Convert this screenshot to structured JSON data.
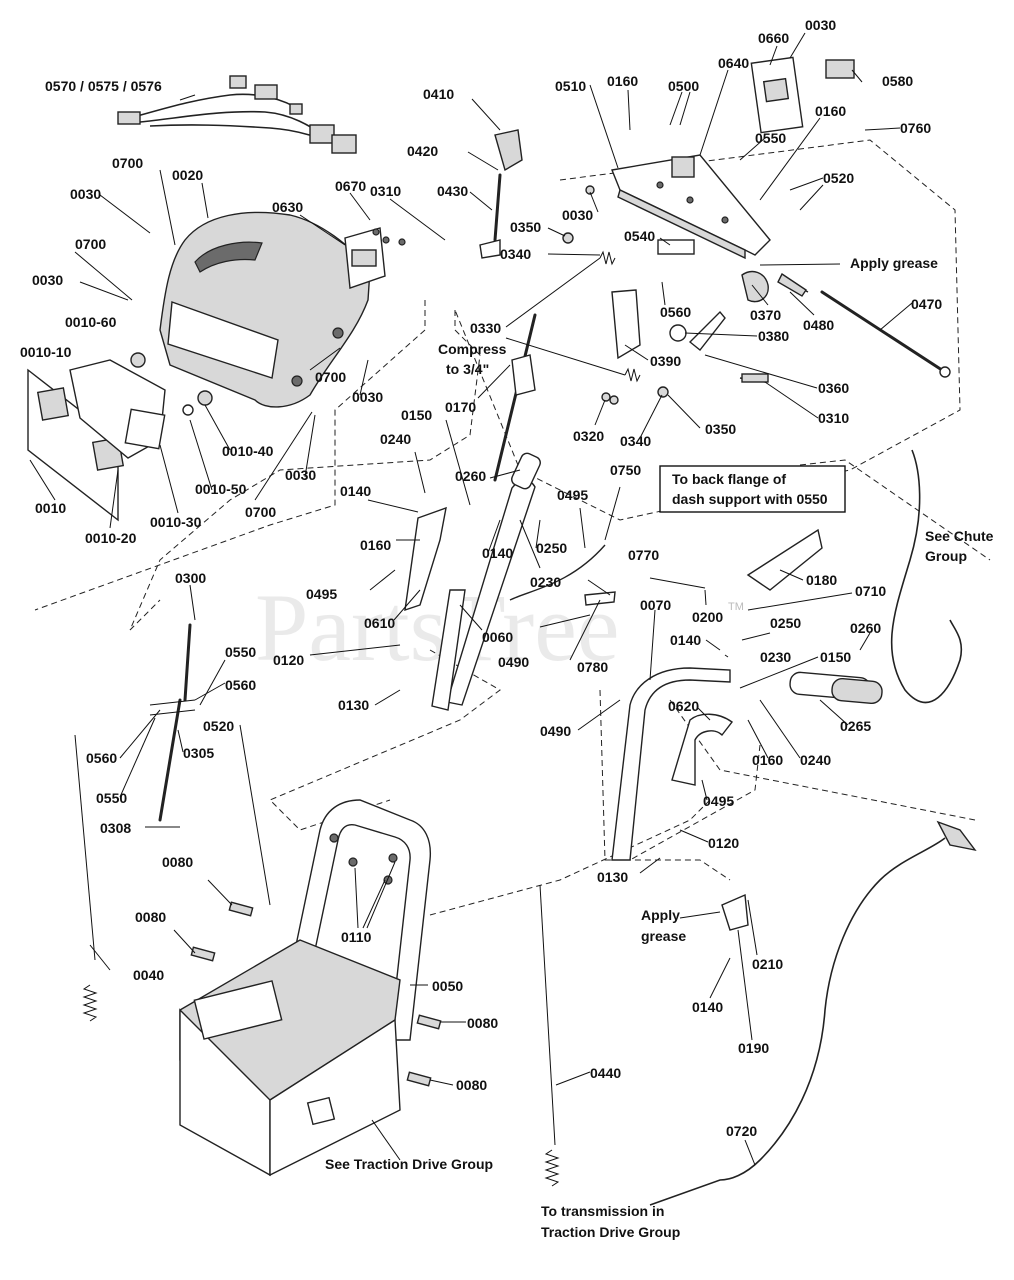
{
  "watermark": "PartsTree",
  "trademark": "TM",
  "labels": {
    "p0570": "0570 / 0575 / 0576",
    "p0410": "0410",
    "p0420": "0420",
    "p0430": "0430",
    "p0510": "0510",
    "p0160a": "0160",
    "p0500": "0500",
    "p0640": "0640",
    "p0660": "0660",
    "p0030a": "0030",
    "p0580": "0580",
    "p0760": "0760",
    "p0160b": "0160",
    "p0550a": "0550",
    "p0520a": "0520",
    "p0700a": "0700",
    "p0020": "0020",
    "p0030b": "0030",
    "p0670": "0670",
    "p0310a": "0310",
    "p0630": "0630",
    "p0700b": "0700",
    "p0030c": "0030",
    "p0350a": "0350",
    "p0340a": "0340",
    "p0030d": "0030",
    "p0540": "0540",
    "p0560a": "0560",
    "p0370": "0370",
    "p0480": "0480",
    "p0470": "0470",
    "p0010_60": "0010-60",
    "p0010_10": "0010-10",
    "p0330": "0330",
    "p0390": "0390",
    "p0380": "0380",
    "p0360": "0360",
    "p0310b": "0310",
    "p0700c": "0700",
    "p0030e": "0030",
    "p0170": "0170",
    "p0010_40": "0010-40",
    "p0320": "0320",
    "p0340b": "0340",
    "p0350b": "0350",
    "p0150a": "0150",
    "p0240a": "0240",
    "p0260a": "0260",
    "p0010_50": "0010-50",
    "p0700d": "0700",
    "p0030f": "0030",
    "p0010": "0010",
    "p0010_30": "0010-30",
    "p0010_20": "0010-20",
    "p0140a": "0140",
    "p0160c": "0160",
    "p0140b": "0140",
    "p0230a": "0230",
    "p0250a": "0250",
    "p0495a": "0495",
    "p0750": "0750",
    "p0495b": "0495",
    "p0770": "0770",
    "p0180": "0180",
    "p0300": "0300",
    "p0610": "0610",
    "p0060": "0060",
    "p0070": "0070",
    "p0200": "0200",
    "p0710": "0710",
    "p0550b": "0550",
    "p0560b": "0560",
    "p0120a": "0120",
    "p0490a": "0490",
    "p0780": "0780",
    "p0140c": "0140",
    "p0250b": "0250",
    "p0260b": "0260",
    "p0230b": "0230",
    "p0150b": "0150",
    "p0130a": "0130",
    "p0520b": "0520",
    "p0265": "0265",
    "p0490b": "0490",
    "p0620": "0620",
    "p0160d": "0160",
    "p0240b": "0240",
    "p0560c": "0560",
    "p0305": "0305",
    "p0550c": "0550",
    "p0495c": "0495",
    "p0308": "0308",
    "p0120b": "0120",
    "p0130b": "0130",
    "p0080a": "0080",
    "p0110": "0110",
    "p0080b": "0080",
    "p0210": "0210",
    "p0040": "0040",
    "p0140d": "0140",
    "p0050": "0050",
    "p0190": "0190",
    "p0080c": "0080",
    "p0440": "0440",
    "p0080d": "0080",
    "p0720": "0720"
  },
  "notes": {
    "apply_grease_top": "Apply grease",
    "compress_1": "Compress",
    "compress_2": "to 3/4\"",
    "flange_1": "To back flange of",
    "flange_2": "dash support with 0550",
    "chute_1": "See Chute",
    "chute_2": "Group",
    "apply_grease_2a": "Apply",
    "apply_grease_2b": "grease",
    "traction": "See Traction Drive Group",
    "transmission_1": "To transmission in",
    "transmission_2": "Traction Drive Group"
  }
}
